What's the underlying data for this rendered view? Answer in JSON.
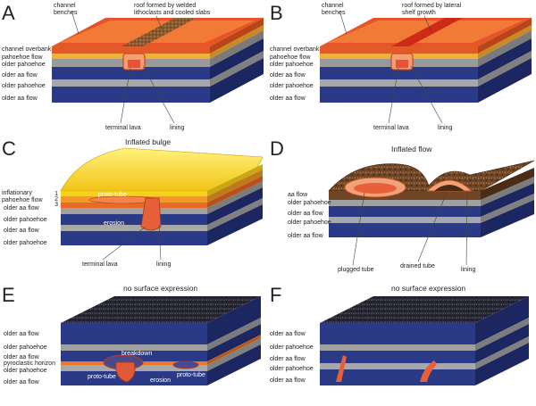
{
  "panels": {
    "A": {
      "letter": "A",
      "top_left": "channel\nbenches",
      "top_right": "roof formed by welded\nlithoclasts and cooled slabs",
      "layers": [
        "channel overbank",
        "pahoehoe flow",
        "older pahoehoe",
        "older aa flow",
        "older pahoehoe",
        "older aa flow"
      ],
      "bottom": [
        "terminal lava",
        "lining"
      ]
    },
    "B": {
      "letter": "B",
      "top_left": "channel\nbenches",
      "top_right": "roof formed by lateral\nshelf growth",
      "layers": [
        "channel overbank",
        "pahoehoe flow",
        "older pahoehoe",
        "older aa flow",
        "older pahoehoe",
        "older aa flow"
      ],
      "bottom": [
        "terminal lava",
        "lining"
      ]
    },
    "C": {
      "letter": "C",
      "title": "Inflated bulge",
      "layers": [
        "inflationary\npahoehoe flow",
        "older aa flow",
        "older pahoehoe",
        "older aa flow",
        "older pahoehoe"
      ],
      "numbers": [
        "1",
        "2",
        "3"
      ],
      "inner": [
        "proto-tube",
        "erosion"
      ],
      "bottom": [
        "terminal lava",
        "lining"
      ]
    },
    "D": {
      "letter": "D",
      "title": "Inflated flow",
      "layers": [
        "aa flow",
        "older pahoehoe",
        "older aa flow",
        "older pahoehoe",
        "older aa flow"
      ],
      "bottom": [
        "plugged tube",
        "drained tube",
        "lining"
      ]
    },
    "E": {
      "letter": "E",
      "title": "no surface expression",
      "layers": [
        "older aa flow",
        "older pahoehoe",
        "older aa flow",
        "pyroclastic horizon",
        "older pahoehoe",
        "older aa flow"
      ],
      "inner": [
        "breakdown",
        "proto-tube",
        "erosion",
        "proto-tube"
      ]
    },
    "F": {
      "letter": "F",
      "title": "no surface expression",
      "layers": [
        "older aa flow",
        "older pahoehoe",
        "older aa flow",
        "older pahoehoe",
        "older aa flow"
      ]
    }
  },
  "colors": {
    "aa": "#2b3a86",
    "aa_dark": "#1c2660",
    "pahoehoe": "#9a9a9a",
    "pahoehoe_light": "#c4c4c4",
    "lava_red": "#e04a24",
    "lava_orange": "#f08a2a",
    "lava_yellow": "#f4d21c",
    "tube_pink": "#f07a5a",
    "rubble_brown": "#6b4424",
    "rubble_dark": "#2b2b38"
  }
}
